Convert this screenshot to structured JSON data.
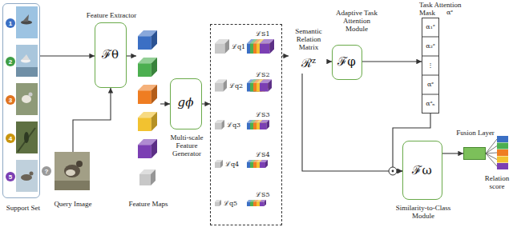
{
  "diagram": {
    "nodes": [
      {
        "text": [
          "Support Set"
        ]
      },
      {
        "text": [
          "1"
        ],
        "in": 0
      },
      {
        "text": [
          "2"
        ],
        "in": 0
      },
      {
        "text": [
          "3"
        ],
        "in": 0
      },
      {
        "text": [
          "4"
        ],
        "in": 0
      },
      {
        "text": [
          "5"
        ],
        "in": 0
      },
      {
        "text": [
          "Query Image"
        ]
      },
      {
        "text": [
          "?"
        ],
        "in": 6
      },
      {
        "text": [
          "Feature Extractor",
          "ℱθ"
        ]
      },
      {
        "text": [
          "Feature Maps"
        ]
      },
      {
        "text": [
          "gϕ",
          "Multi-scale Feature Generator"
        ]
      },
      {
        "text": [
          "ℒq1",
          "ℒS1",
          "ℒq2",
          "ℒS2",
          "ℒq3",
          "ℒS3",
          "ℒq4",
          "ℒS4",
          "ℒq5",
          "ℒS5"
        ]
      },
      {
        "text": [
          "Semantic Relation Matrix",
          "ℛᶻ"
        ]
      },
      {
        "text": [
          "Adaptive Task Attention Module",
          "ℱφ"
        ]
      },
      {
        "text": [
          "Task Attention Mask",
          "αᶻ",
          "α₁ᶻ",
          "α₂ᶻ",
          "⋮",
          "αᶻ",
          "αᶻₙ"
        ]
      },
      {
        "text": [
          "ℱω",
          "Similarity-to-Class Module"
        ]
      },
      {
        "text": [
          "Fusion Layer"
        ]
      }
    ],
    "edges": [
      {
        "from": 0,
        "to": 8,
        "arrow": "to"
      },
      {
        "from": 6,
        "to": 8,
        "arrow": "to"
      },
      {
        "from": 8,
        "to": 9,
        "arrow": "to"
      },
      {
        "from": 9,
        "to": 10,
        "arrow": "to"
      },
      {
        "from": 10,
        "to": 11,
        "arrow": "to"
      },
      {
        "from": 11,
        "to": 12,
        "arrow": "to"
      },
      {
        "from": 12,
        "to": 13,
        "arrow": "to"
      },
      {
        "from": 13,
        "to": 14,
        "arrow": "to"
      },
      {
        "from": 12,
        "to": 15,
        "arrow": "to"
      },
      {
        "from": 14,
        "to": 15,
        "arrow": "to"
      },
      {
        "from": 15,
        "to": 16,
        "arrow": "to"
      }
    ],
    "labels": [
      "Relation score"
    ]
  }
}
